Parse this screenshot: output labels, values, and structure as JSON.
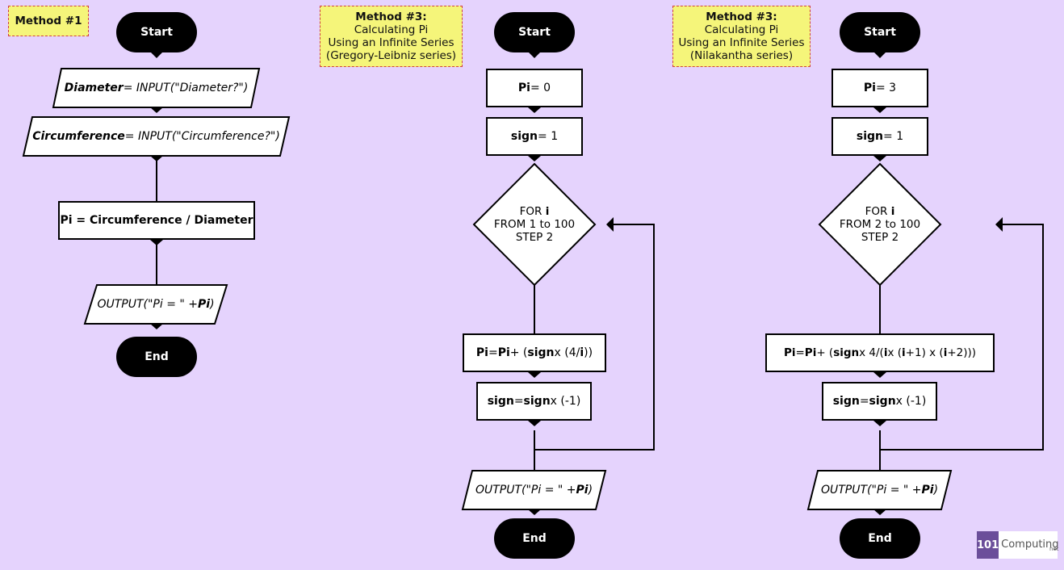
{
  "colors": {
    "background": "#e5d3fd",
    "note": "#f5f57a",
    "note_border": "#d04040",
    "terminal": "#000000",
    "logo": "#6b4e9a"
  },
  "notes": {
    "method1": {
      "title": "Method #1"
    },
    "method3a": {
      "title": "Method #3:",
      "line1": "Calculating Pi",
      "line2": "Using an Infinite Series",
      "line3": "(Gregory-Leibniz series)"
    },
    "method3b": {
      "title": "Method #3:",
      "line1": "Calculating Pi",
      "line2": "Using an Infinite Series",
      "line3": "(Nilakantha series)"
    }
  },
  "flow1": {
    "start": "Start",
    "input_diameter": {
      "var": "Diameter",
      "rest": " = INPUT(\"Diameter?\")"
    },
    "input_circumference": {
      "var": "Circumference",
      "rest": " = INPUT(\"Circumference?\")"
    },
    "calc": "Pi = Circumference / Diameter",
    "output": {
      "pre": "OUTPUT(\"Pi = \" + ",
      "var": "Pi",
      "post": ")"
    },
    "end": "End"
  },
  "flow2": {
    "start": "Start",
    "init_pi": {
      "var": "Pi",
      "rest": " = 0"
    },
    "init_sign": {
      "var": "sign",
      "rest": " = 1"
    },
    "loop": {
      "l1a": "FOR ",
      "l1b": "i",
      "l2": "FROM 1 to 100",
      "l3": "STEP 2"
    },
    "update_pi": {
      "a": "Pi",
      "b": " = ",
      "c": "Pi",
      "d": " + (",
      "e": "sign",
      "f": " x (4/",
      "g": "i",
      "h": "))"
    },
    "update_sign": {
      "a": "sign",
      "b": " = ",
      "c": "sign",
      "d": " x (-1)"
    },
    "output": {
      "pre": "OUTPUT(\"Pi = \" + ",
      "var": "Pi",
      "post": ")"
    },
    "end": "End"
  },
  "flow3": {
    "start": "Start",
    "init_pi": {
      "var": "Pi",
      "rest": " = 3"
    },
    "init_sign": {
      "var": "sign",
      "rest": " = 1"
    },
    "loop": {
      "l1a": "FOR ",
      "l1b": "i",
      "l2": "FROM 2 to 100",
      "l3": "STEP 2"
    },
    "update_pi": {
      "a": "Pi",
      "b": " = ",
      "c": "Pi",
      "d": " + (",
      "e": "sign",
      "f": " x 4/(",
      "g": "i",
      "h": " x (",
      "i": "i",
      "j": "+1) x (",
      "k": "i",
      "l": "+2)))"
    },
    "update_sign": {
      "a": "sign",
      "b": " = ",
      "c": "sign",
      "d": " x (-1)"
    },
    "output": {
      "pre": "OUTPUT(\"Pi = \" + ",
      "var": "Pi",
      "post": ")"
    },
    "end": "End"
  },
  "logo": {
    "number": "101",
    "name": "Computing",
    "suffix": "net"
  }
}
